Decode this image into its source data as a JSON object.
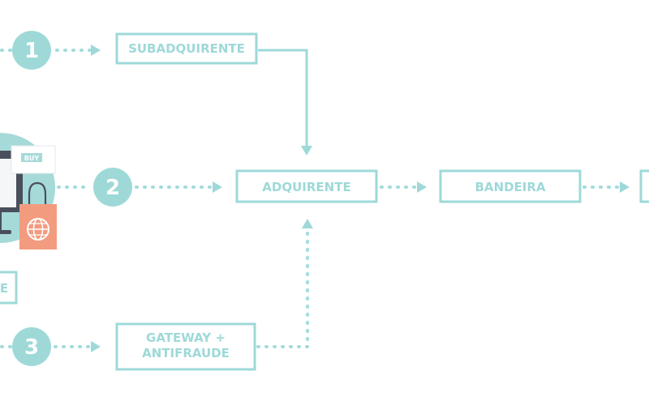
{
  "diagram": {
    "colors": {
      "accent": "#9ed9d8",
      "dot": "#a3dcdb",
      "store_circle": "#a6dad9",
      "orange": "#f39b7f",
      "dark": "#4a4f5c"
    },
    "steps": [
      {
        "number": "1"
      },
      {
        "number": "2"
      },
      {
        "number": "3"
      }
    ],
    "boxes": {
      "subadquirente": "SUBADQUIRENTE",
      "adquirente": "ADQUIRENTE",
      "bandeira": "BANDEIRA",
      "gateway_line1": "GATEWAY +",
      "gateway_line2": "ANTIFRAUDE"
    },
    "store": {
      "buy_label": "BUY",
      "cut_label": "E"
    }
  }
}
